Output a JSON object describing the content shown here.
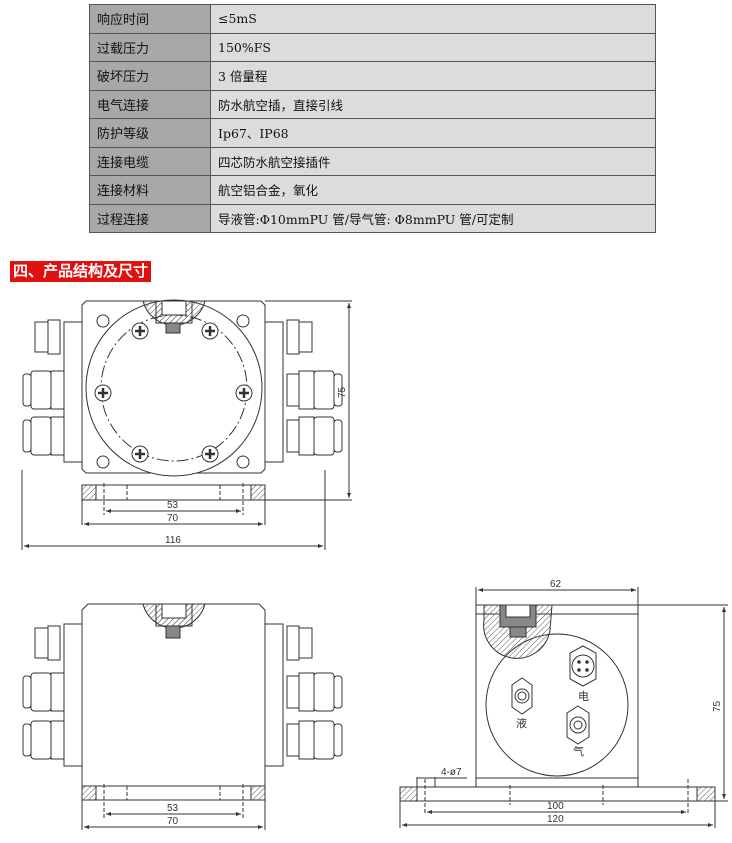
{
  "spec_table": [
    {
      "label": "响应时间",
      "value": "≤5mS"
    },
    {
      "label": "过载压力",
      "value": "150%FS"
    },
    {
      "label": "破坏压力",
      "value": "3 倍量程"
    },
    {
      "label": "电气连接",
      "value": "防水航空插，直接引线"
    },
    {
      "label": "防护等级",
      "value": "Ip67、IP68"
    },
    {
      "label": "连接电缆",
      "value": "四芯防水航空接插件"
    },
    {
      "label": "连接材料",
      "value": "航空铝合金，氧化"
    },
    {
      "label": "过程连接",
      "value": "导液管:Φ10mmPU 管/导气管: Φ8mmPU 管/可定制"
    }
  ],
  "section_heading": "四、产品结构及尺寸",
  "drawing_front": {
    "dims": {
      "height": "75",
      "hole_spacing": "53",
      "base_width": "70",
      "overall_width": "116"
    }
  },
  "drawing_bottom": {
    "dims": {
      "hole_spacing": "53",
      "base_width": "70"
    }
  },
  "drawing_side": {
    "dims": {
      "body_width": "62",
      "height": "75",
      "holes": "4-ø7",
      "hole_spacing": "100",
      "base_length": "120"
    },
    "port_labels": {
      "liquid": "液",
      "electric": "电",
      "gas": "气"
    }
  }
}
